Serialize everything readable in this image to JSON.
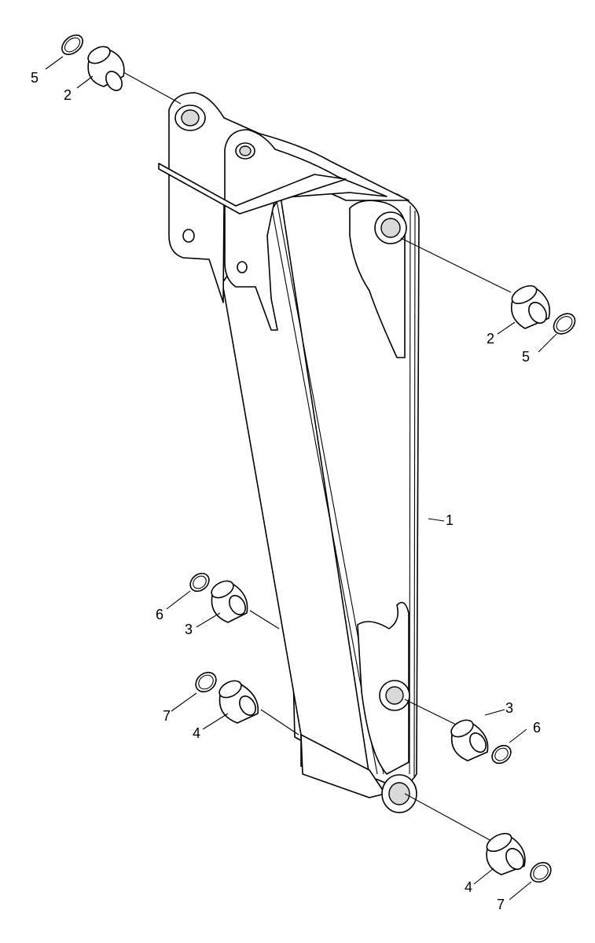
{
  "callouts": {
    "boom": "1",
    "bush_top_left": "2",
    "ring_top_left": "5",
    "bush_top_right": "2",
    "ring_top_right": "5",
    "bush_mid_left": "3",
    "ring_mid_left": "6",
    "bush_mid_right": "3",
    "ring_mid_right": "6",
    "bush_low_left": "4",
    "ring_low_left": "7",
    "bush_low_right": "4",
    "ring_low_right": "7"
  }
}
